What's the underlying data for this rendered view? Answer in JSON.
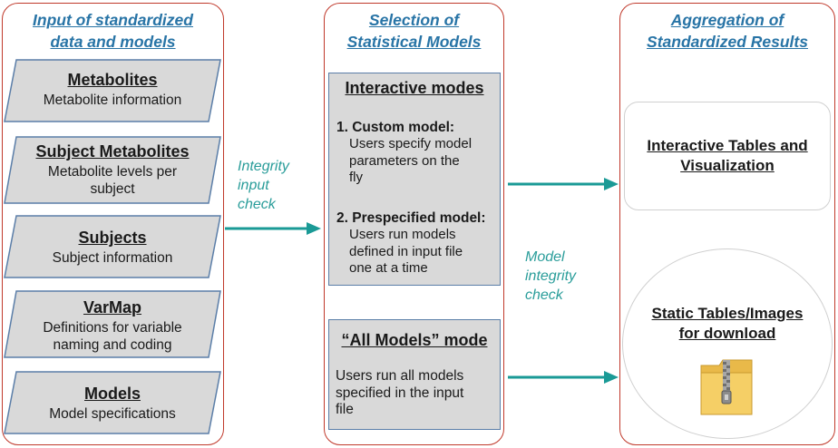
{
  "left_panel": {
    "title_line1": "Input of standardized",
    "title_line2": "data and models",
    "items": [
      {
        "heading": "Metabolites",
        "desc1": "Metabolite information",
        "desc2": ""
      },
      {
        "heading": "Subject Metabolites",
        "desc1": "Metabolite levels per",
        "desc2": "subject"
      },
      {
        "heading": "Subjects",
        "desc1": "Subject information",
        "desc2": ""
      },
      {
        "heading": "VarMap",
        "desc1": "Definitions for variable",
        "desc2": "naming and coding"
      },
      {
        "heading": "Models",
        "desc1": "Model specifications",
        "desc2": ""
      }
    ]
  },
  "integrity_label": {
    "line1": "Integrity",
    "line2": "input",
    "line3": "check"
  },
  "middle_panel": {
    "title_line1": "Selection of",
    "title_line2": "Statistical Models",
    "interactive": {
      "heading": "Interactive modes",
      "item1_title": "1. Custom model:",
      "item1_desc": [
        "Users specify model",
        "parameters on the",
        "fly"
      ],
      "item2_title": "2. Prespecified model:",
      "item2_desc": [
        "Users run models",
        "defined in input file",
        "one at a time"
      ]
    },
    "all_models": {
      "heading": "“All Models” mode",
      "desc": [
        "Users run all models",
        "specified in the input",
        "file"
      ]
    }
  },
  "model_label": {
    "line1": "Model",
    "line2": "integrity",
    "line3": "check"
  },
  "right_panel": {
    "title_line1": "Aggregation of",
    "title_line2": "Standardized Results",
    "interactive_out": {
      "line1": "Interactive Tables and",
      "line2": "Visualization"
    },
    "static_out": {
      "line1": "Static Tables/Images",
      "line2": "for  download"
    }
  },
  "colors": {
    "border_red": "#c0392b",
    "title_blue": "#2874a6",
    "teal": "#1a9a96",
    "grey": "#d9d9d9"
  },
  "icons": {
    "zip": "zip-folder-icon"
  }
}
